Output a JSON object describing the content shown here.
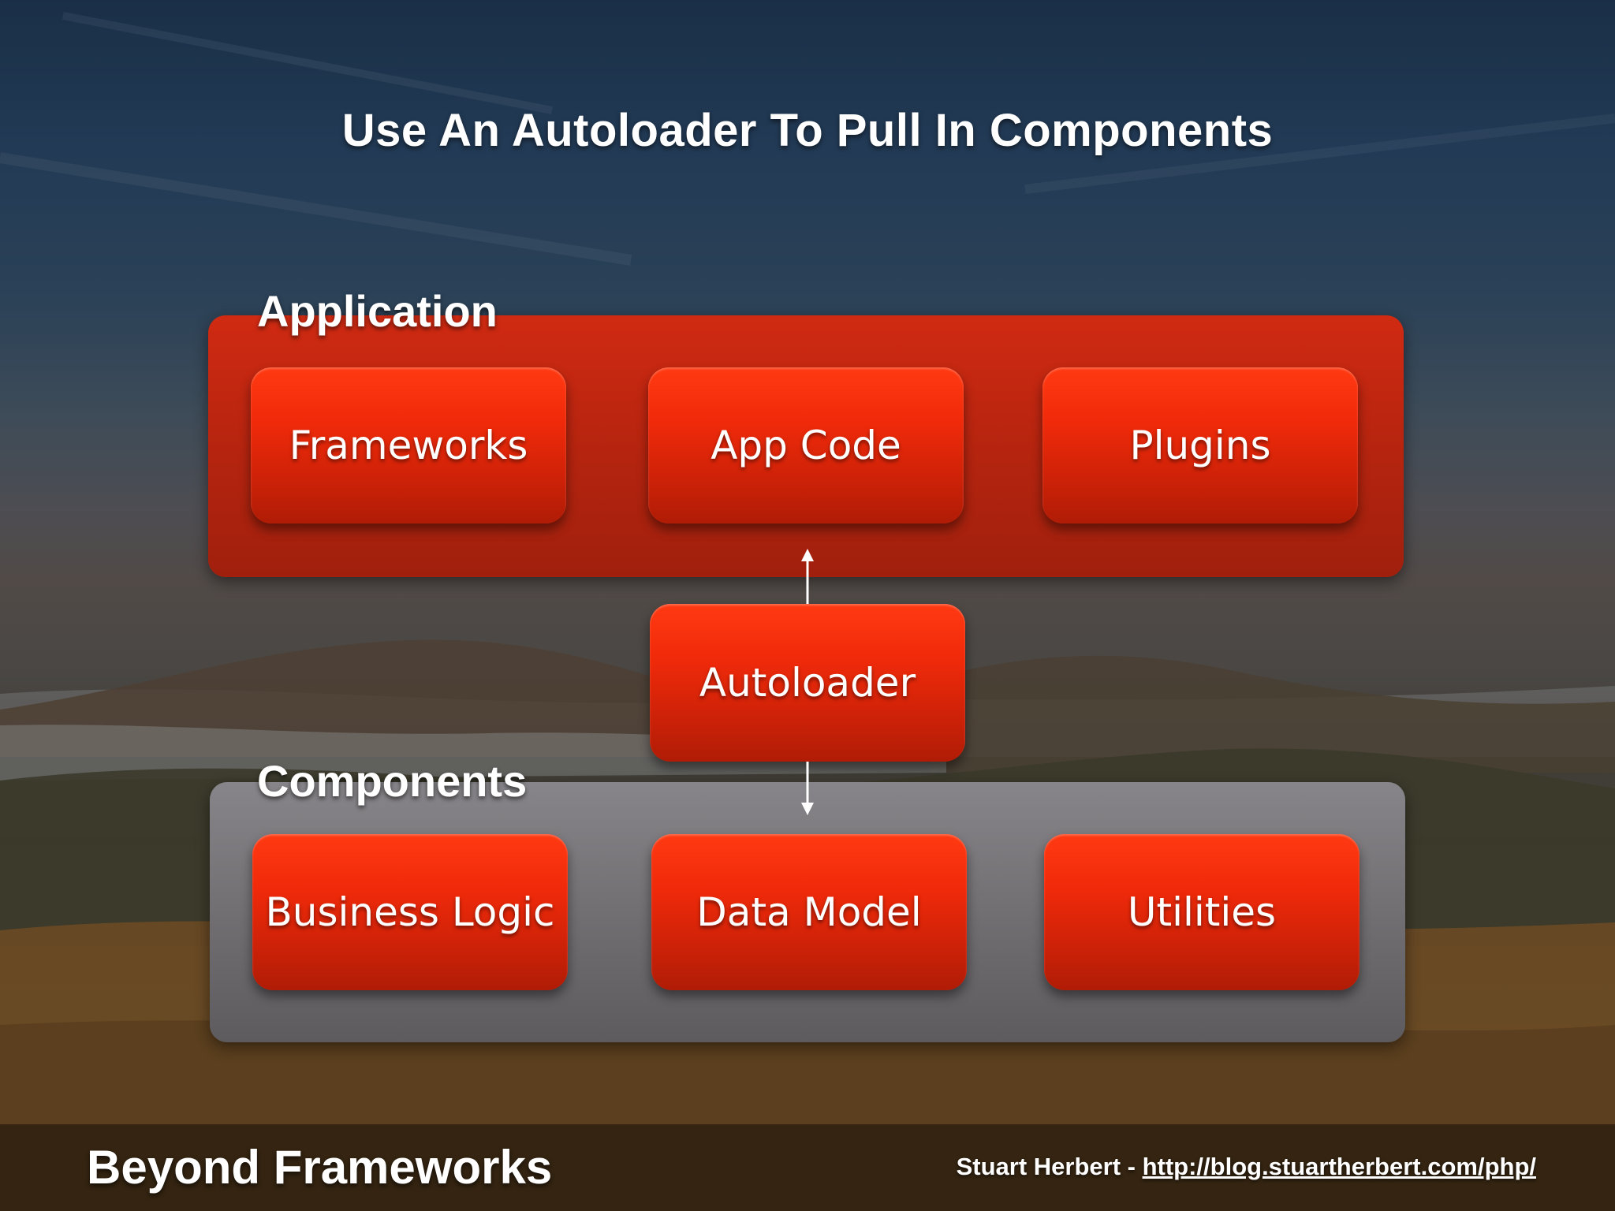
{
  "slide": {
    "title": "Use An Autoloader To Pull In Components"
  },
  "application_group": {
    "label": "Application",
    "boxes": [
      "Frameworks",
      "App Code",
      "Plugins"
    ]
  },
  "autoloader": {
    "label": "Autoloader"
  },
  "components_group": {
    "label": "Components",
    "boxes": [
      "Business Logic",
      "Data Model",
      "Utilities"
    ]
  },
  "footer": {
    "title": "Beyond Frameworks",
    "author": "Stuart Herbert - ",
    "link": "http://blog.stuartherbert.com/php/"
  },
  "colors": {
    "box_red": "#f02a0a",
    "application_panel": "#c4260f",
    "components_panel": "#767477",
    "text": "#ffffff"
  }
}
